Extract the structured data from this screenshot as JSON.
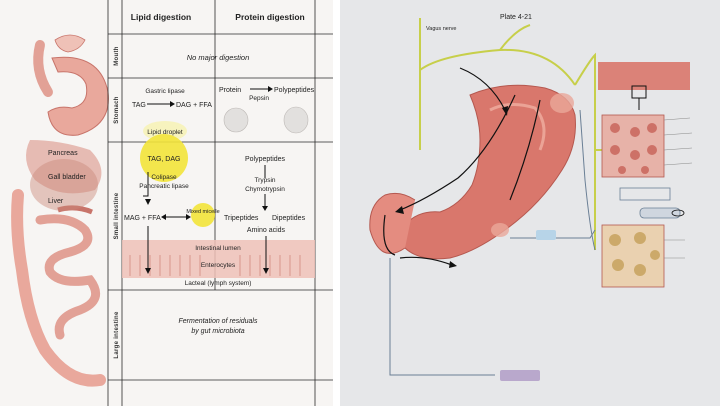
{
  "table": {
    "col_lipid": "Lipid digestion",
    "col_protein": "Protein digestion",
    "rows": {
      "mouth": "Mouth",
      "stomach": "Stomach",
      "small_intestine": "Small intestine",
      "large_intestine": "Large intestine"
    },
    "mouth_note": "No major digestion",
    "stomach": {
      "gastric_lipase": "Gastric lipase",
      "tag": "TAG",
      "dag_ffa": "DAG + FFA",
      "lipid_droplet": "Lipid droplet",
      "protein": "Protein",
      "polypeptides": "Polypeptides",
      "pepsin": "Pepsin"
    },
    "small_intestine": {
      "tag_dag": "TAG, DAG",
      "colipase": "Colipase",
      "pancreatic_lipase": "Pancreatic lipase",
      "mag_ffa": "MAG + FFA",
      "mixed_micelle": "Mixed micelle",
      "polypeptides": "Polypeptides",
      "trypsin": "Trypsin",
      "chymotrypsin": "Chymotrypsin",
      "tripeptides": "Tripeptides",
      "dipeptides": "Dipeptides",
      "amino_acids": "Amino acids",
      "intestinal_lumen": "Intestinal lumen",
      "enterocytes": "Enterocytes",
      "lacteal": "Lacteal (lymph system)"
    },
    "large_intestine_note_1": "Fermentation of residuals",
    "large_intestine_note_2": "by gut microbiota"
  },
  "organs": {
    "pancreas": "Pancreas",
    "gall_bladder": "Gall bladder",
    "liver": "Liver"
  },
  "plate": {
    "title": "Plate 4-21",
    "vagus": "Vagus nerve"
  },
  "colors": {
    "organ_pink": "#e9a89c",
    "organ_dark": "#c8746a",
    "stomach_red": "#d9776c",
    "yellow_highlight": "#f2e43a",
    "nerve_green": "#c7cf4a",
    "grid_line": "#2a2a2a"
  }
}
